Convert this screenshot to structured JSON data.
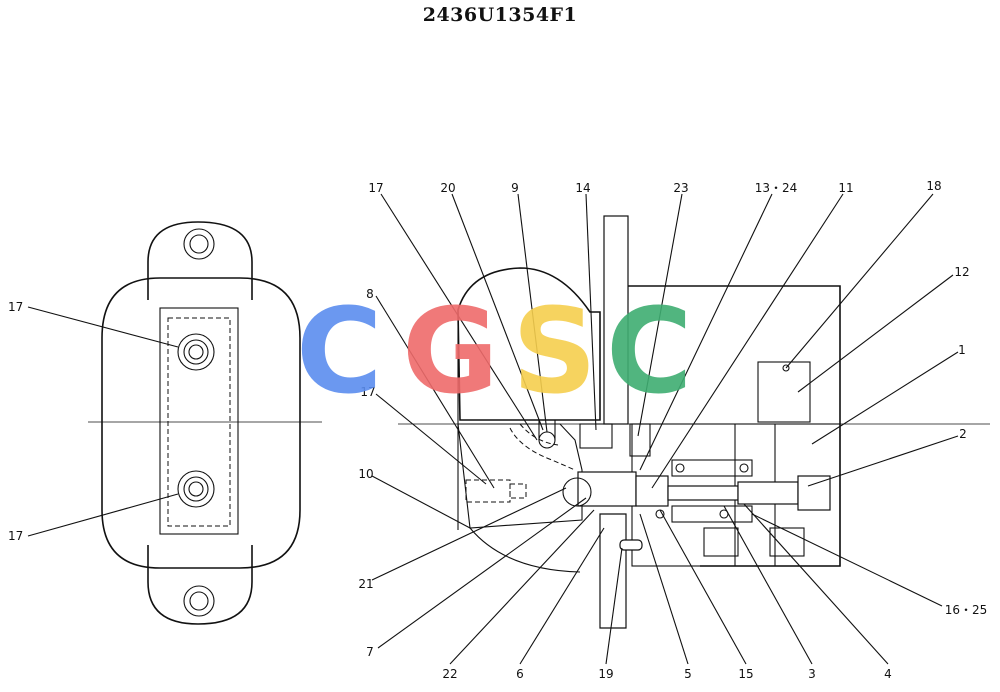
{
  "title": "2436U1354F1",
  "watermark": {
    "letters": [
      "C",
      "G",
      "S",
      "C"
    ],
    "colors": [
      "#5b8def",
      "#ef6b6b",
      "#f6cf4e",
      "#3fae72"
    ]
  },
  "callouts": {
    "c17_top": "17",
    "c20": "20",
    "c9": "9",
    "c14": "14",
    "c23": "23",
    "c13_24": "13・24",
    "c11": "11",
    "c18": "18",
    "c8": "8",
    "c12": "12",
    "c1": "1",
    "c17_mid": "17",
    "c2": "2",
    "c10": "10",
    "c21": "21",
    "c16_25": "16・25",
    "c7": "7",
    "c22": "22",
    "c6": "6",
    "c19": "19",
    "c5": "5",
    "c15": "15",
    "c3": "3",
    "c4": "4",
    "c17_left_top": "17",
    "c17_left_bottom": "17"
  }
}
